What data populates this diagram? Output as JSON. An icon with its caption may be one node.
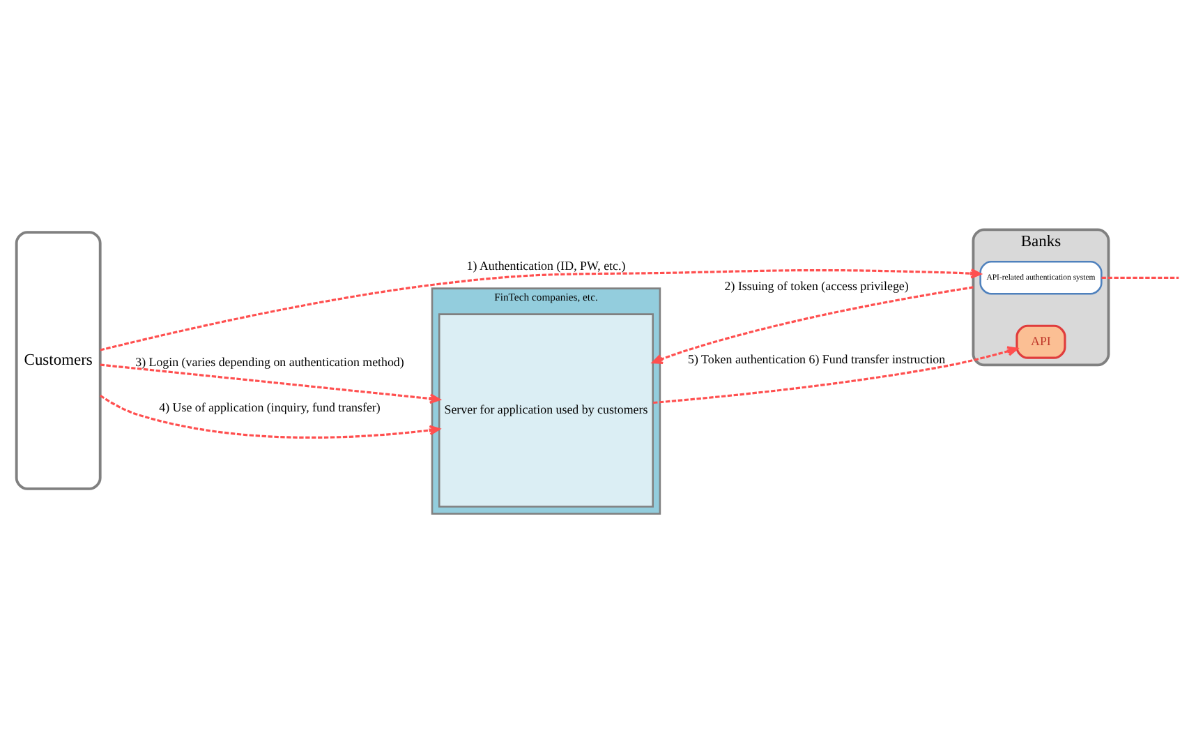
{
  "diagram": {
    "nodes": [
      {
        "text": [
          "Customers"
        ]
      },
      {
        "text": [
          "Banks"
        ]
      },
      {
        "text": [
          "API-related authentication system"
        ],
        "in": 1
      },
      {
        "text": [
          "API"
        ],
        "in": 1
      },
      {
        "text": [
          "FinTech companies, etc."
        ]
      },
      {
        "text": [
          "Server for application used by customers"
        ],
        "in": 4
      }
    ],
    "edges": [
      {
        "from": 0,
        "to": 2,
        "arrow": "to",
        "label": "1) Authentication (ID, PW, etc.)",
        "style": "dashed",
        "color": "#ff4f4f"
      },
      {
        "from": 2,
        "to": null,
        "arrow": "none",
        "style": "dashed",
        "color": "#ff4f4f"
      },
      {
        "from": 1,
        "to": 5,
        "arrow": "to",
        "label": "2) Issuing of token (access privilege)",
        "style": "dashed",
        "color": "#ff4f4f"
      },
      {
        "from": 0,
        "to": 5,
        "arrow": "to",
        "label": "3) Login (varies depending on authentication method)",
        "style": "dashed",
        "color": "#ff4f4f"
      },
      {
        "from": 0,
        "to": 5,
        "arrow": "to",
        "label": "4) Use of application (inquiry, fund transfer)",
        "style": "dashed",
        "color": "#ff4f4f"
      },
      {
        "from": 5,
        "to": 3,
        "arrow": "to",
        "label": "5) Token authentication 6) Fund transfer instruction",
        "style": "dashed",
        "color": "#ff4f4f"
      }
    ]
  }
}
